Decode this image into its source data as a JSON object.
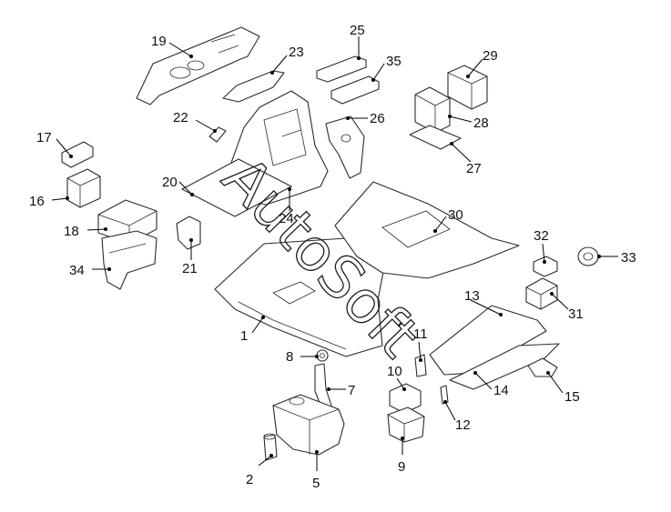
{
  "diagram": {
    "callouts": [
      "1",
      "2",
      "5",
      "7",
      "8",
      "9",
      "10",
      "11",
      "12",
      "13",
      "14",
      "15",
      "16",
      "17",
      "18",
      "19",
      "20",
      "21",
      "22",
      "23",
      "24",
      "25",
      "26",
      "27",
      "28",
      "29",
      "30",
      "31",
      "32",
      "33",
      "34",
      "35"
    ],
    "watermark": "AutoSoft"
  }
}
